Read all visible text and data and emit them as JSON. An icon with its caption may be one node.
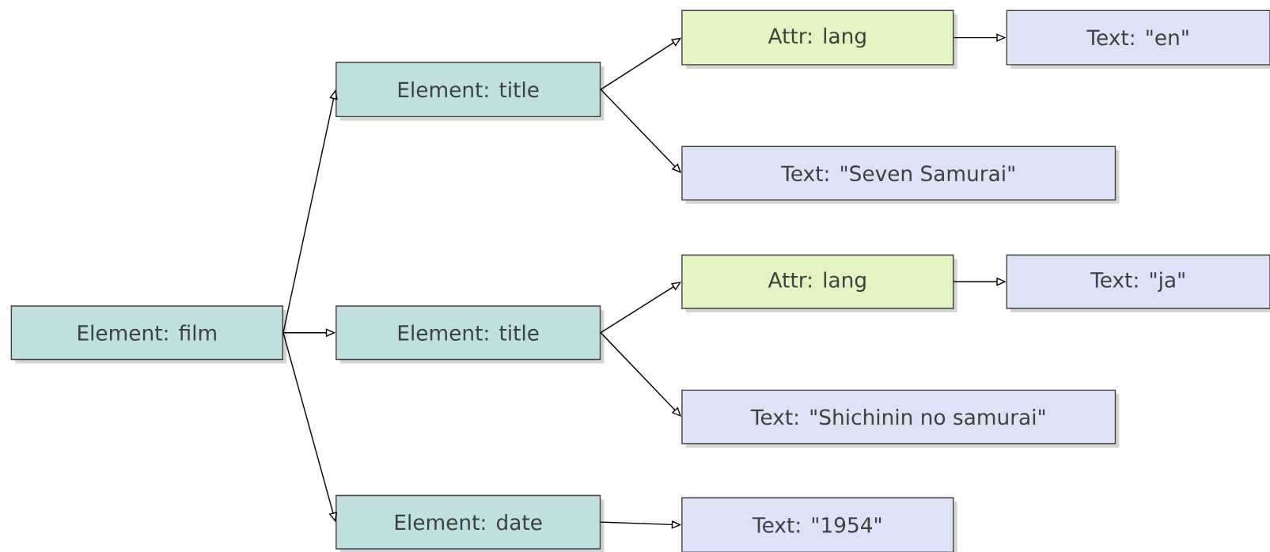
{
  "diagram": {
    "nodes": [
      {
        "text": [
          "Element: film"
        ]
      },
      {
        "text": [
          "Element: title"
        ]
      },
      {
        "text": [
          "Attr: lang"
        ]
      },
      {
        "text": [
          "Text: \"en\""
        ]
      },
      {
        "text": [
          "Text: \"Seven Samurai\""
        ]
      },
      {
        "text": [
          "Element: title"
        ]
      },
      {
        "text": [
          "Attr: lang"
        ]
      },
      {
        "text": [
          "Text: \"ja\""
        ]
      },
      {
        "text": [
          "Text: \"Shichinin no samurai\""
        ]
      },
      {
        "text": [
          "Element: date"
        ]
      },
      {
        "text": [
          "Text: \"1954\""
        ]
      }
    ],
    "edges": [
      {
        "from": 0,
        "to": 1,
        "arrow": "to"
      },
      {
        "from": 0,
        "to": 5,
        "arrow": "to"
      },
      {
        "from": 0,
        "to": 9,
        "arrow": "to"
      },
      {
        "from": 1,
        "to": 2,
        "arrow": "to"
      },
      {
        "from": 1,
        "to": 4,
        "arrow": "to"
      },
      {
        "from": 2,
        "to": 3,
        "arrow": "to"
      },
      {
        "from": 5,
        "to": 6,
        "arrow": "to"
      },
      {
        "from": 5,
        "to": 8,
        "arrow": "to"
      },
      {
        "from": 6,
        "to": 7,
        "arrow": "to"
      },
      {
        "from": 9,
        "to": 10,
        "arrow": "to"
      }
    ]
  }
}
